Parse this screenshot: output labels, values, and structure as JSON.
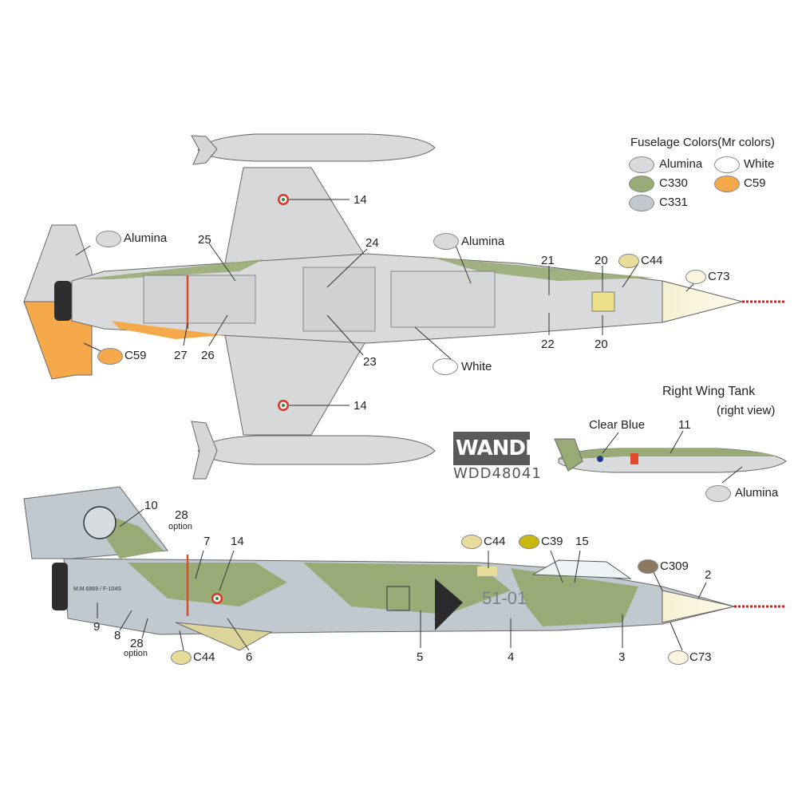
{
  "legend": {
    "title": "Fuselage Colors(Mr colors)",
    "items": [
      {
        "label": "Alumina",
        "color": "#d9dadc"
      },
      {
        "label": "White",
        "color": "#ffffff"
      },
      {
        "label": "C330",
        "color": "#98ab77"
      },
      {
        "label": "C59",
        "color": "#f6a94b"
      },
      {
        "label": "C331",
        "color": "#c0c8d0"
      }
    ]
  },
  "brand": {
    "logo": "WANDD",
    "code": "WDD48041"
  },
  "top_view": {
    "callouts": [
      {
        "text": "Alumina",
        "swatch": "#d9dadc"
      },
      {
        "text": "Alumina",
        "swatch": "#d9dadc"
      },
      {
        "text": "C59",
        "swatch": "#f6a94b"
      },
      {
        "text": "White",
        "swatch": "#ffffff"
      },
      {
        "text": "C44",
        "swatch": "#e8dc9a"
      },
      {
        "text": "C73",
        "swatch": "#fbf5e0"
      }
    ],
    "numbers": [
      "14",
      "25",
      "24",
      "21",
      "20",
      "27",
      "26",
      "23",
      "22",
      "20",
      "14"
    ]
  },
  "tank": {
    "title": "Right Wing Tank",
    "subtitle": "(right view)",
    "clear_blue": "Clear Blue",
    "number": "11",
    "alumina": "Alumina"
  },
  "side_view": {
    "serial": "51-01",
    "tail_text": "M.M.6869 / F-104S",
    "callouts": [
      {
        "text": "C44",
        "swatch": "#e8dc9a"
      },
      {
        "text": "C39",
        "swatch": "#c8b812"
      },
      {
        "text": "C309",
        "swatch": "#8a7a62"
      },
      {
        "text": "C44",
        "swatch": "#e8dc9a"
      },
      {
        "text": "C73",
        "swatch": "#fbf5e0"
      }
    ],
    "numbers": [
      "10",
      "28",
      "option",
      "7",
      "14",
      "15",
      "2",
      "9",
      "8",
      "28",
      "option",
      "6",
      "5",
      "4",
      "3"
    ]
  }
}
